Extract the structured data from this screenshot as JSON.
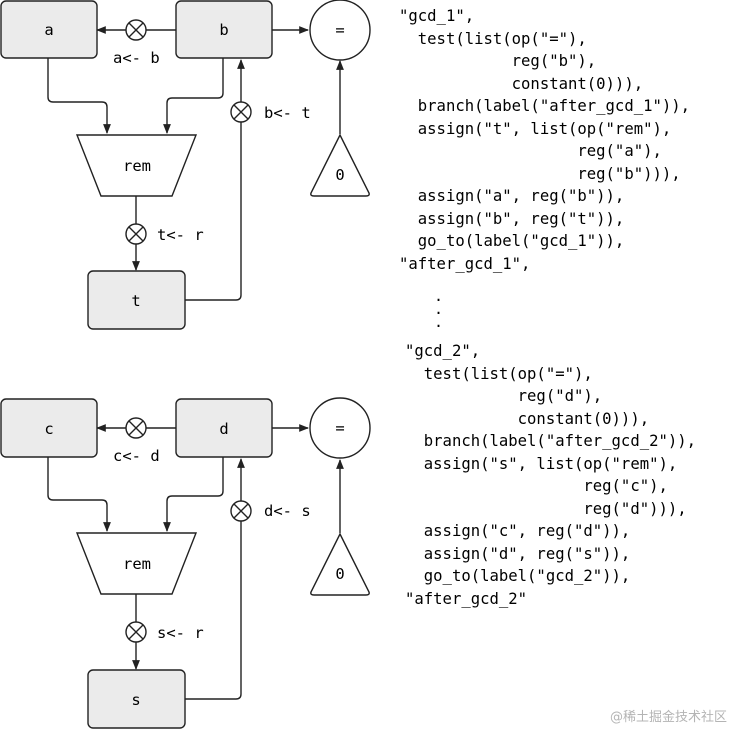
{
  "diagram_1": {
    "registers": {
      "a": "a",
      "b": "b",
      "t": "t"
    },
    "operation": "rem",
    "test": "=",
    "constant": "0",
    "buttons": {
      "a_from_b": "a<- b",
      "b_from_t": "b<- t",
      "t_from_r": "t<- r"
    }
  },
  "diagram_2": {
    "registers": {
      "c": "c",
      "d": "d",
      "s": "s"
    },
    "operation": "rem",
    "test": "=",
    "constant": "0",
    "buttons": {
      "c_from_d": "c<- d",
      "d_from_s": "d<- s",
      "s_from_r": "s<- r"
    }
  },
  "code_1": [
    "\"gcd_1\",",
    "  test(list(op(\"=\"),",
    "            reg(\"b\"),",
    "            constant(0))),",
    "  branch(label(\"after_gcd_1\")),",
    "  assign(\"t\", list(op(\"rem\"),",
    "                   reg(\"a\"),",
    "                   reg(\"b\"))),",
    "  assign(\"a\", reg(\"b\")),",
    "  assign(\"b\", reg(\"t\")),",
    "  go_to(label(\"gcd_1\")),",
    "\"after_gcd_1\","
  ],
  "ellipsis": [
    ".",
    ".",
    "."
  ],
  "code_2": [
    "\"gcd_2\",",
    "  test(list(op(\"=\"),",
    "            reg(\"d\"),",
    "            constant(0))),",
    "  branch(label(\"after_gcd_2\")),",
    "  assign(\"s\", list(op(\"rem\"),",
    "                   reg(\"c\"),",
    "                   reg(\"d\"))),",
    "  assign(\"c\", reg(\"d\")),",
    "  assign(\"d\", reg(\"s\")),",
    "  go_to(label(\"gcd_2\")),",
    "\"after_gcd_2\""
  ],
  "watermark": "@稀土掘金技术社区",
  "colors": {
    "register_fill": "#ebebeb",
    "stroke": "#222222",
    "watermark": "#b4b4b4"
  }
}
